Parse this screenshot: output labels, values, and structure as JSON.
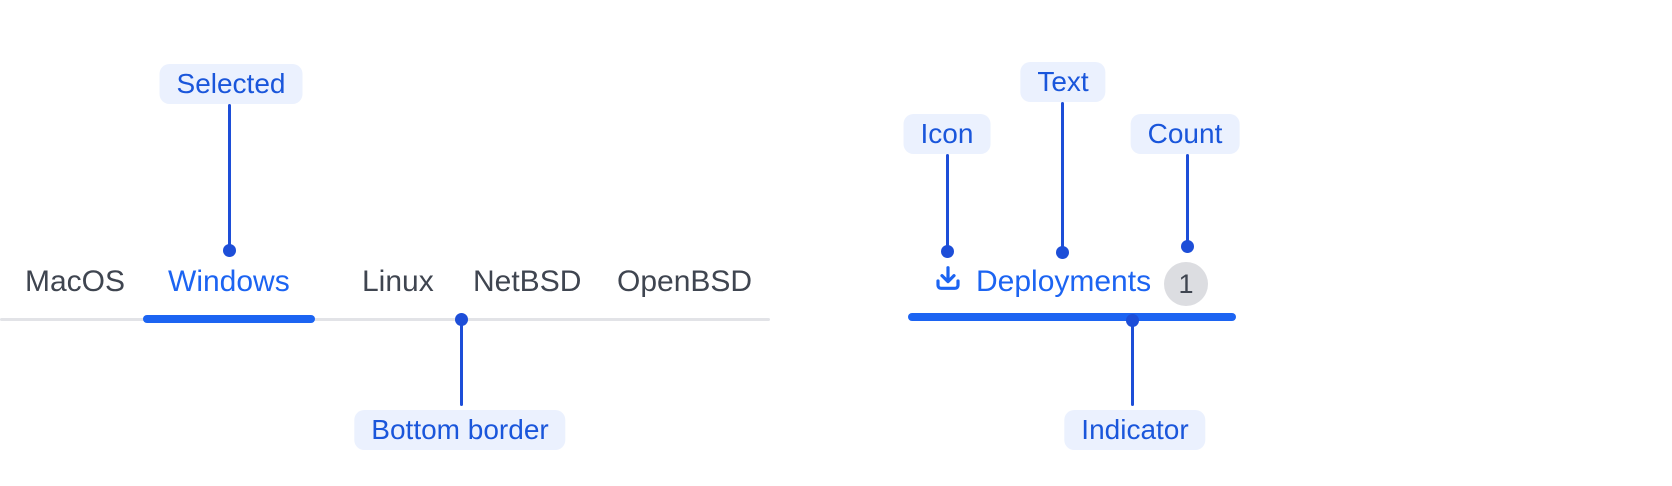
{
  "colors": {
    "accent_blue": "#1c64f2",
    "connector_blue": "#1d4ed8",
    "badge_bg": "#ebf1fe",
    "badge_text": "#1a56db",
    "tab_text": "#3f4550",
    "border_gray": "#e2e3e7",
    "count_bg": "#dcdde1"
  },
  "annotations": {
    "selected_label": "Selected",
    "bottom_border_label": "Bottom border",
    "icon_label": "Icon",
    "text_label": "Text",
    "count_label": "Count",
    "indicator_label": "Indicator"
  },
  "os_tabs": {
    "items": [
      {
        "label": "MacOS",
        "selected": false
      },
      {
        "label": "Windows",
        "selected": true
      },
      {
        "label": "Linux",
        "selected": false
      },
      {
        "label": "NetBSD",
        "selected": false
      },
      {
        "label": "OpenBSD",
        "selected": false
      }
    ]
  },
  "deployments_tab": {
    "icon": "download-icon",
    "label": "Deployments",
    "count": "1"
  }
}
